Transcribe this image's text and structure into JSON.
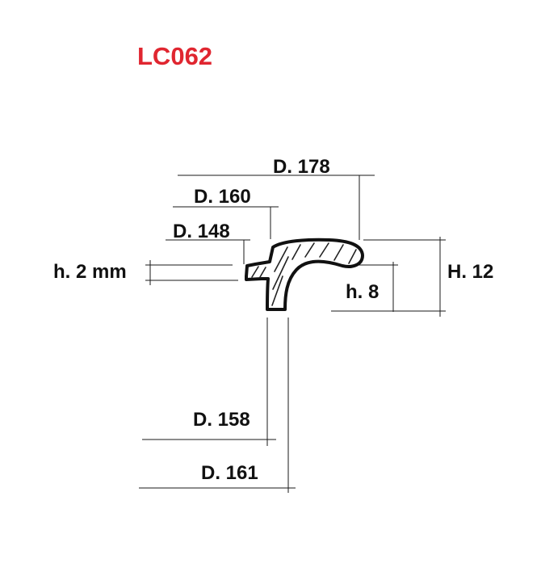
{
  "title": "LC062",
  "title_color": "#e02630",
  "ink_color": "#111111",
  "dimensions": {
    "d178": "D. 178",
    "d160": "D. 160",
    "d148": "D. 148",
    "h2": "h. 2 mm",
    "h8": "h. 8",
    "H12": "H. 12",
    "d158": "D. 158",
    "d161": "D. 161"
  }
}
